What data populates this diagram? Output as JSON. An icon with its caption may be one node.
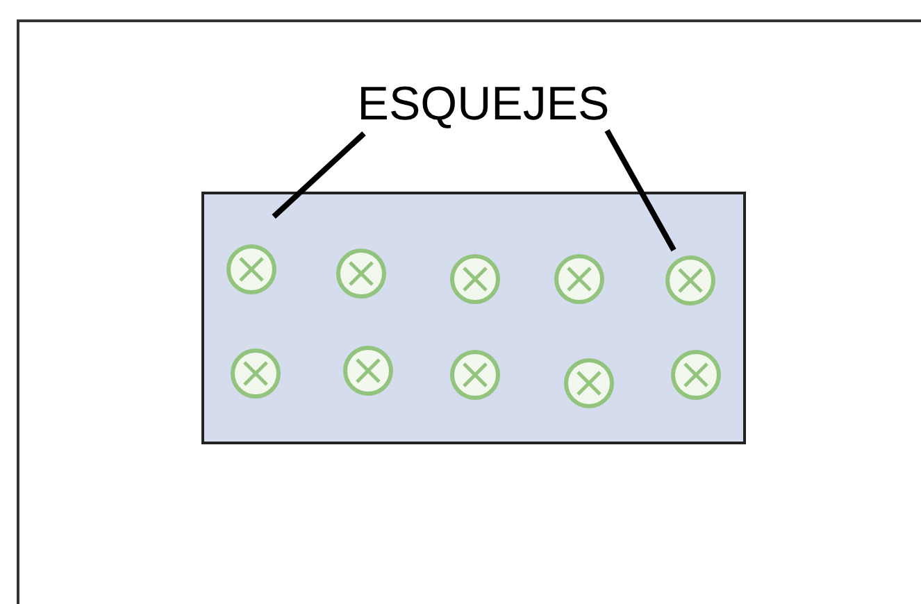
{
  "diagram": {
    "nodes": [
      {
        "text": [],
        "shape": "box"
      },
      {
        "text": [
          "ESQUEJES"
        ],
        "in": 0
      },
      {
        "text": [],
        "shape": "box",
        "in": 0
      },
      {
        "text": [],
        "shape": "circle",
        "in": 2
      },
      {
        "text": [],
        "shape": "circle",
        "in": 2
      },
      {
        "text": [],
        "shape": "circle",
        "in": 2
      },
      {
        "text": [],
        "shape": "circle",
        "in": 2
      },
      {
        "text": [],
        "shape": "circle",
        "in": 2
      },
      {
        "text": [],
        "shape": "circle",
        "in": 2
      },
      {
        "text": [],
        "shape": "circle",
        "in": 2
      },
      {
        "text": [],
        "shape": "circle",
        "in": 2
      },
      {
        "text": [],
        "shape": "circle",
        "in": 2
      },
      {
        "text": [],
        "shape": "circle",
        "in": 2
      }
    ],
    "edges": [
      {
        "from": 1,
        "to": 2,
        "arrow": "none"
      },
      {
        "from": 1,
        "to": 7,
        "arrow": "none"
      }
    ]
  }
}
